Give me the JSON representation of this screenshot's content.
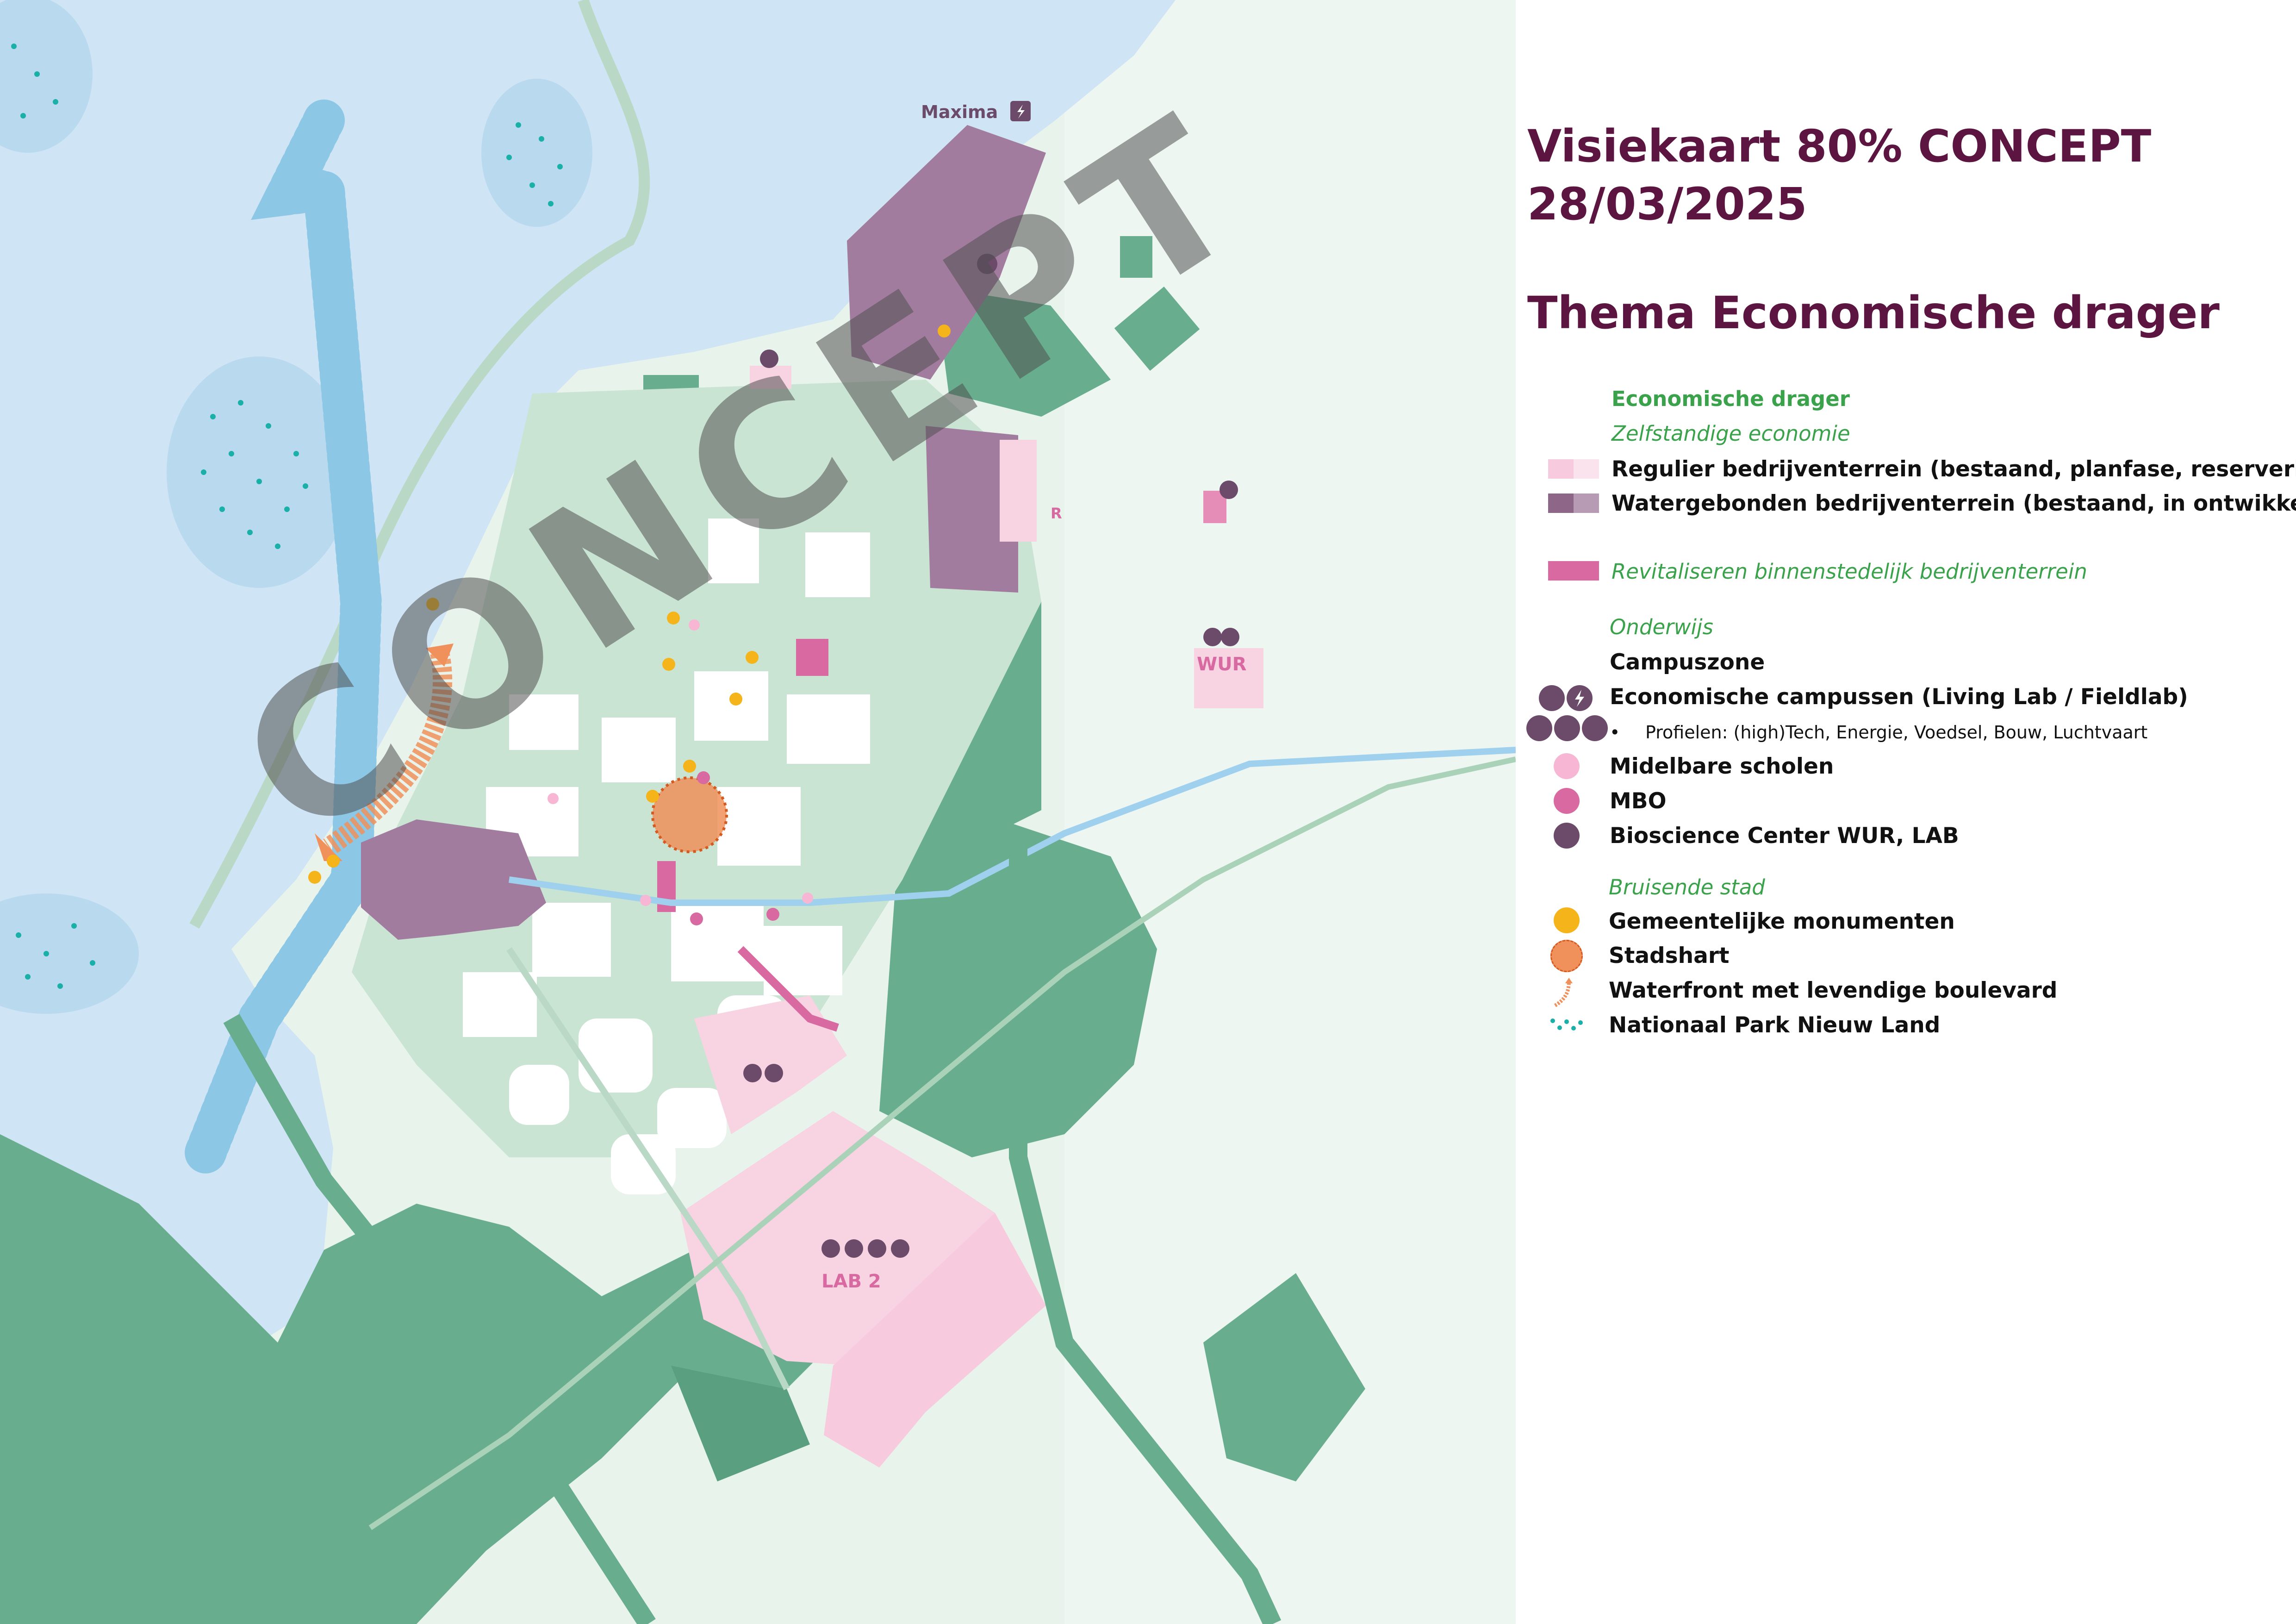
{
  "title": {
    "line1": "Visiekaart 80% CONCEPT",
    "line2": "28/03/2025",
    "theme": "Thema Economische drager"
  },
  "map_labels": {
    "maxima": "Maxima",
    "wur": "WUR",
    "lab2": "LAB 2",
    "r": "R",
    "watermark": "CONCEPT"
  },
  "legend": {
    "group_heading": "Economische drager",
    "sub1_heading": "Zelfstandige economie",
    "regulier": "Regulier bedrijventerrein (bestaand, planfase, reservering)",
    "watergebonden": "Watergebonden bedrijventerrein (bestaand, in ontwikkeling)",
    "revitaliseren": "Revitaliseren binnenstedelijk bedrijventerrein",
    "sub2_heading": "Onderwijs",
    "campuszone": "Campuszone",
    "campussen": "Economische campussen (Living Lab / Fieldlab)",
    "profielen": "Profielen: (high)Tech, Energie, Voedsel, Bouw, Luchtvaart",
    "bullet": "•",
    "midelbare": "Midelbare scholen",
    "mbo": "MBO",
    "bioscience": "Bioscience Center WUR, LAB",
    "sub3_heading": "Bruisende stad",
    "monumenten": "Gemeentelijke monumenten",
    "stadshart": "Stadshart",
    "waterfront": "Waterfront met levendige boulevard",
    "nationaal_park": "Nationaal Park Nieuw Land"
  },
  "colors": {
    "water": "#cfe4f4",
    "land": "#e6f2ea",
    "green_dark": "#67ad8e",
    "green_mid": "#a9d2b9",
    "green_light": "#d2e9da",
    "pink_light": "#f8d3e2",
    "purple": "#a27c9f",
    "magenta": "#d86aa1",
    "orange": "#f0905a",
    "gold": "#f4b41a",
    "teal_dots": "#1ab0a8",
    "title": "#5b1540",
    "legend_green": "#3aa24a"
  }
}
